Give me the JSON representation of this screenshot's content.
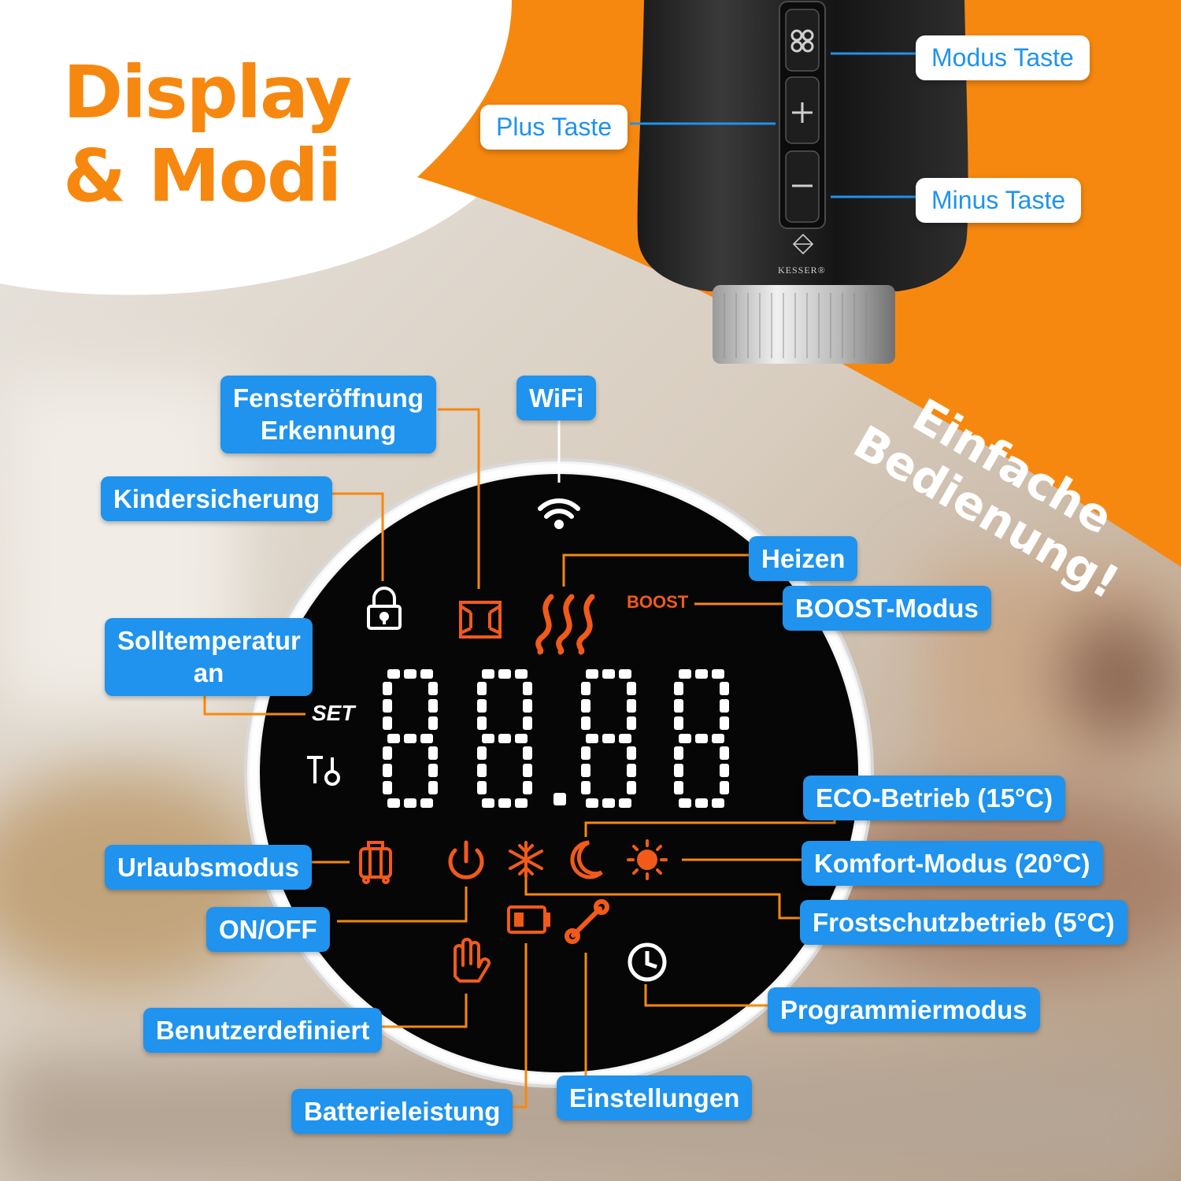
{
  "headline": {
    "line1": "Display",
    "line2": "& Modi"
  },
  "slogan": {
    "line1": "Einfache",
    "line2": "Bedienung!"
  },
  "product": {
    "brand": "KESSER®"
  },
  "display": {
    "boost_text": "BOOST",
    "set_text": "SET"
  },
  "button_labels": {
    "modus": "Modus Taste",
    "plus": "Plus Taste",
    "minus": "Minus Taste"
  },
  "feature_labels": {
    "fenster_line1": "Fensteröffnung",
    "fenster_line2": "Erkennung",
    "wifi": "WiFi",
    "kindersicherung": "Kindersicherung",
    "heizen": "Heizen",
    "boost_modus": "BOOST-Modus",
    "solltemp_line1": "Solltemperatur",
    "solltemp_line2": "an",
    "eco": "ECO-Betrieb (15°C)",
    "urlaub": "Urlaubsmodus",
    "komfort": "Komfort-Modus (20°C)",
    "onoff": "ON/OFF",
    "frost": "Frostschutzbetrieb (5°C)",
    "programmier": "Programmiermodus",
    "benutzer": "Benutzerdefiniert",
    "einstellungen": "Einstellungen",
    "batterie": "Batterieleistung"
  },
  "colors": {
    "accent_orange": "#f7880f",
    "label_blue": "#1f93ee",
    "icon_orange": "#f25a1a",
    "display_black": "#060606"
  }
}
